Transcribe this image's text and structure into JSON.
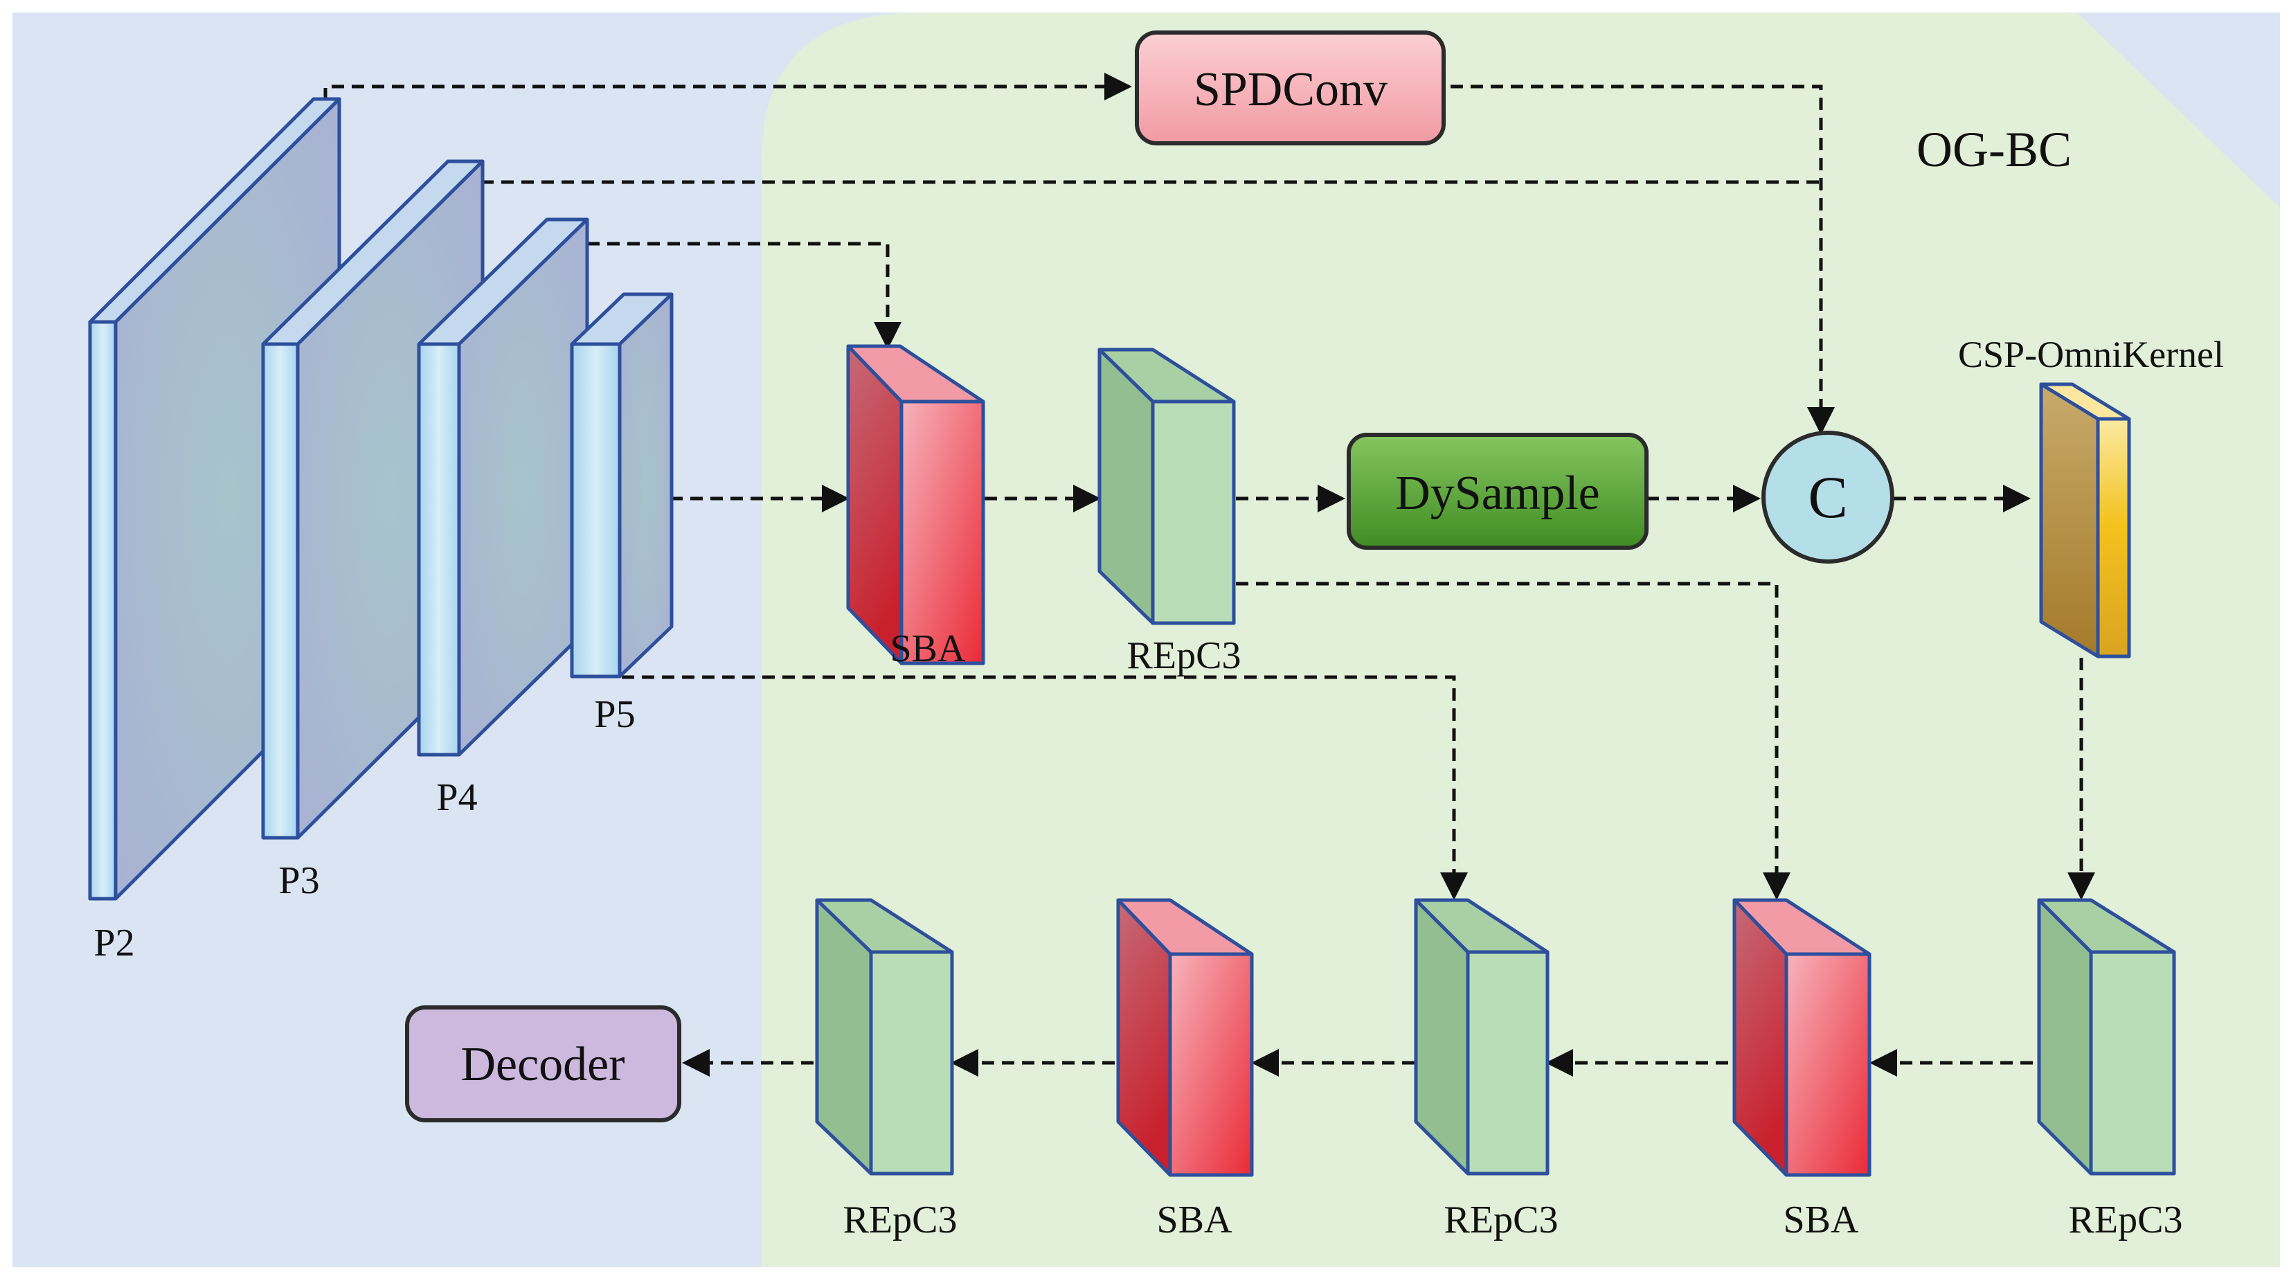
{
  "region": {
    "label": "OG-BC"
  },
  "backbone": {
    "p2": "P2",
    "p3": "P3",
    "p4": "P4",
    "p5": "P5"
  },
  "boxes": {
    "spdconv": "SPDConv",
    "dysample": "DySample",
    "concat": "C",
    "decoder": "Decoder"
  },
  "modules": {
    "sba_top": "SBA",
    "repc3_top": "REpC3",
    "csp_omnikernel": "CSP-OmniKernel",
    "repc3_b1": "REpC3",
    "sba_b2": "SBA",
    "repc3_b3": "REpC3",
    "sba_b4": "SBA",
    "repc3_b5": "REpC3"
  },
  "colors": {
    "background_blue": "#dbe4f3",
    "region_green": "#e2efd9",
    "sba_red": "#e9343e",
    "repc3_green": "#b9ddb7",
    "csp_gold": "#f3c21c",
    "spdconv_pink": "#f7b5bc",
    "dysample_green": "#5aa432",
    "concat_cyan": "#b5dfe8",
    "decoder_purple": "#cdb8de"
  }
}
